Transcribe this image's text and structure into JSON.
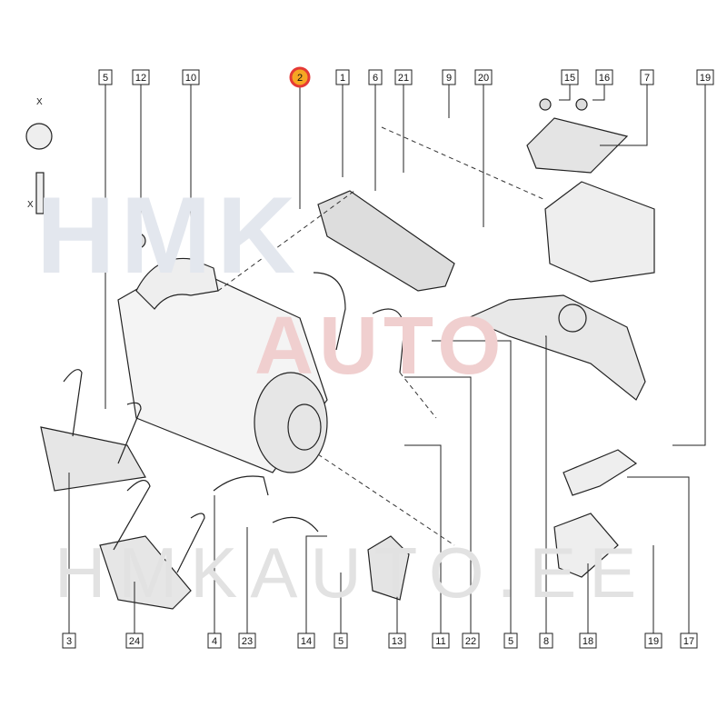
{
  "watermark": {
    "line1": "HMK",
    "line2": "AUTO",
    "site": "HMKAUTO.EE"
  },
  "highlight_color": "#e53935",
  "highlight_fill": "#f6a623",
  "top_callouts": [
    "5",
    "12",
    "10",
    "2",
    "1",
    "6",
    "21",
    "9",
    "20",
    "15",
    "16",
    "7",
    "19"
  ],
  "bottom_callouts": [
    "3",
    "24",
    "4",
    "23",
    "14",
    "5",
    "13",
    "11",
    "22",
    "5",
    "8",
    "18",
    "19",
    "17"
  ],
  "legend": {
    "x_label": "X"
  }
}
